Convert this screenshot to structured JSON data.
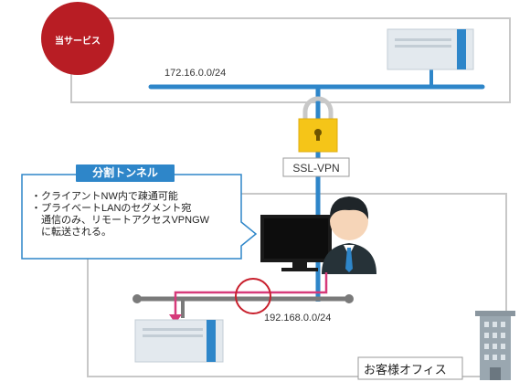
{
  "service": {
    "label": "当サービス"
  },
  "networks": {
    "top": "172.16.0.0/24",
    "bottom": "192.168.0.0/24"
  },
  "vpn": {
    "label": "SSL-VPN"
  },
  "tunnel": {
    "title": "分割トンネル",
    "lines": [
      "・クライアントNW内で疎通可能",
      "・プライベートLANのセグメント宛",
      "　通信のみ、リモートアクセスVPNGW",
      "　に転送される。"
    ]
  },
  "office": {
    "label": "お客様オフィス"
  },
  "colors": {
    "network_line": "#2e86c9",
    "route_line": "#d63a7a",
    "service_circle": "#b81d24",
    "lan_line": "#7a7a7a",
    "lock": "#f5c518",
    "border": "#bdbdbd"
  }
}
